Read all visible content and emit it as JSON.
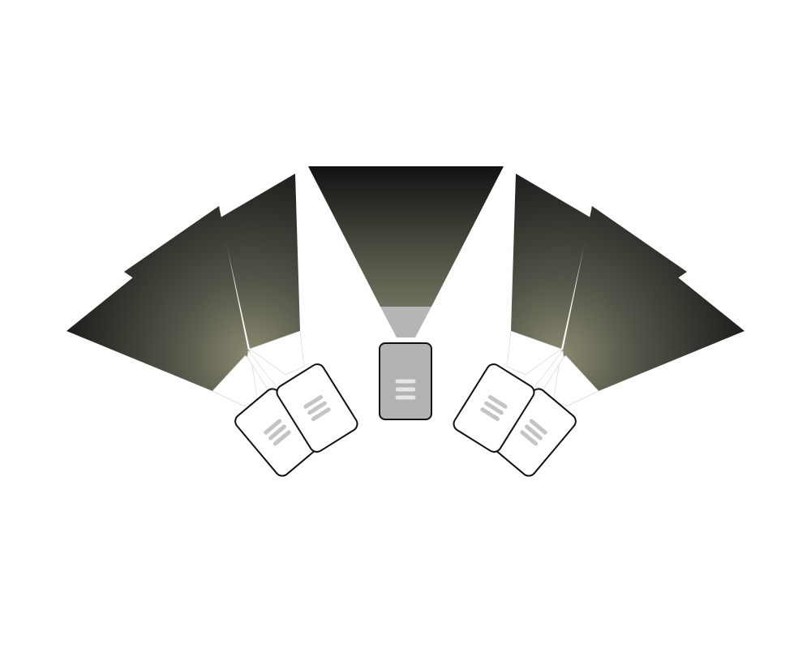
{
  "colors": {
    "background": "#ffffff",
    "beam_dark": "#111111",
    "beam_light": "#6f6f5c",
    "beam_glow": "#8a8a70",
    "active_device_fill": "#b3b3b6",
    "active_device_icon": "#e6e6e8",
    "inactive_device_fill": "#ffffff",
    "inactive_device_icon": "#c4c4c4",
    "outline": "#111111"
  },
  "beams": [
    {
      "name": "beam-far-left",
      "state": "inactive"
    },
    {
      "name": "beam-mid-left",
      "state": "inactive"
    },
    {
      "name": "beam-near-left",
      "state": "inactive"
    },
    {
      "name": "beam-center",
      "state": "active"
    },
    {
      "name": "beam-near-right",
      "state": "inactive"
    },
    {
      "name": "beam-mid-right",
      "state": "inactive"
    },
    {
      "name": "beam-far-right",
      "state": "inactive"
    }
  ],
  "devices": [
    {
      "name": "device-far-left",
      "icon": "document-lines-icon",
      "state": "inactive"
    },
    {
      "name": "device-near-left",
      "icon": "document-lines-icon",
      "state": "inactive"
    },
    {
      "name": "device-center",
      "icon": "document-lines-icon",
      "state": "active"
    },
    {
      "name": "device-near-right",
      "icon": "document-lines-icon",
      "state": "inactive"
    },
    {
      "name": "device-far-right",
      "icon": "document-lines-icon",
      "state": "inactive"
    }
  ]
}
